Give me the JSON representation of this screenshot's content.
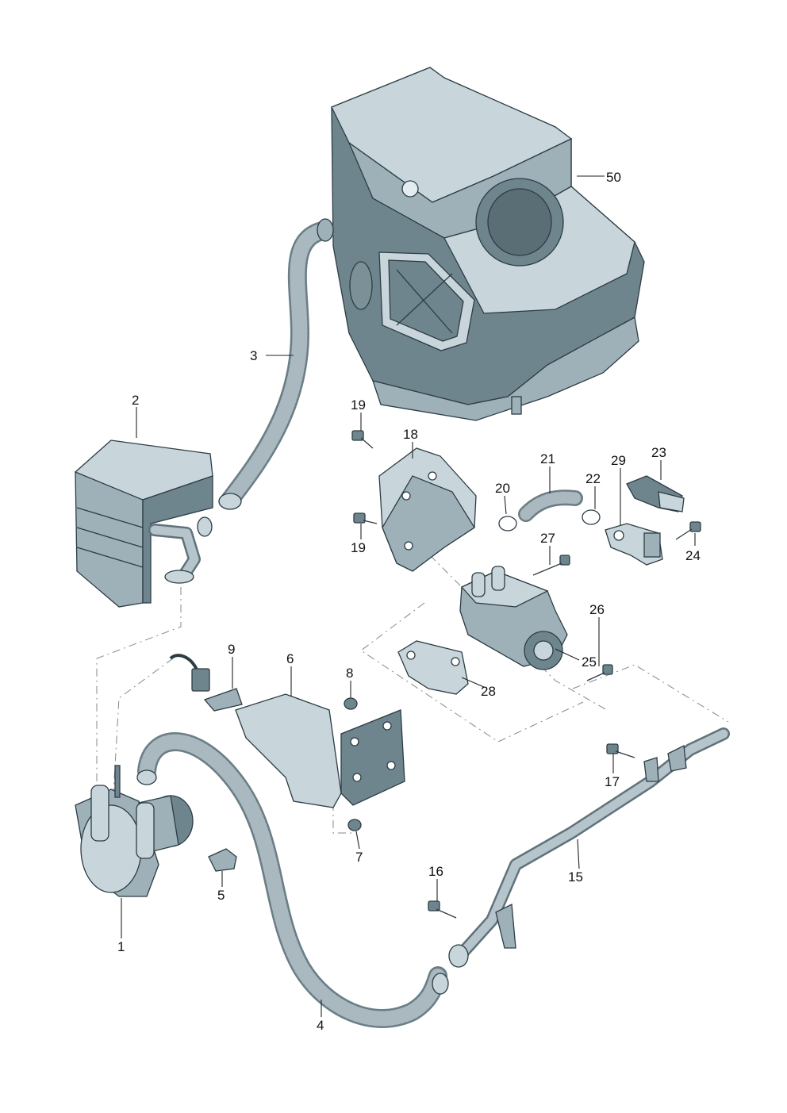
{
  "diagram": {
    "callouts": {
      "p1": "1",
      "p2": "2",
      "p3": "3",
      "p4": "4",
      "p5": "5",
      "p6": "6",
      "p7": "7",
      "p8": "8",
      "p9": "9",
      "p15": "15",
      "p16": "16",
      "p17": "17",
      "p18": "18",
      "p19a": "19",
      "p19b": "19",
      "p20": "20",
      "p21": "21",
      "p22": "22",
      "p23": "23",
      "p24": "24",
      "p25": "25",
      "p26": "26",
      "p27": "27",
      "p28": "28",
      "p29": "29",
      "p50": "50"
    }
  }
}
